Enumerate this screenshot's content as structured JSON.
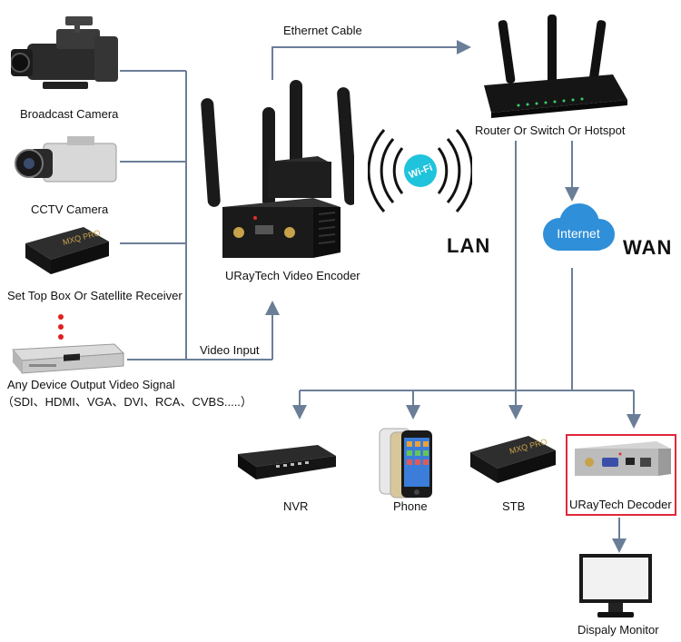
{
  "labels": {
    "broadcast_camera": "Broadcast Camera",
    "cctv_camera": "CCTV Camera",
    "set_top_box": "Set Top Box Or Satellite Receiver",
    "any_device_line1": "Any Device Output Video Signal",
    "any_device_line2": "（SDI、HDMI、VGA、DVI、RCA、CVBS.....）",
    "ethernet_cable": "Ethernet Cable",
    "video_input": "Video Input",
    "encoder": "URayTech Video Encoder",
    "router": "Router Or Switch Or Hotspot",
    "wifi": "Wi-Fi",
    "internet": "Internet",
    "lan": "LAN",
    "wan": "WAN",
    "nvr": "NVR",
    "phone": "Phone",
    "stb": "STB",
    "decoder": "URayTech Decoder",
    "monitor": "Dispaly Monitor",
    "mxq_brand": "MXQ PRO"
  },
  "colors": {
    "wire": "#6b7e98",
    "decoder_border": "#e0283a",
    "cloud": "#2f8fd8",
    "wifi_badge": "#1fc3dc"
  }
}
